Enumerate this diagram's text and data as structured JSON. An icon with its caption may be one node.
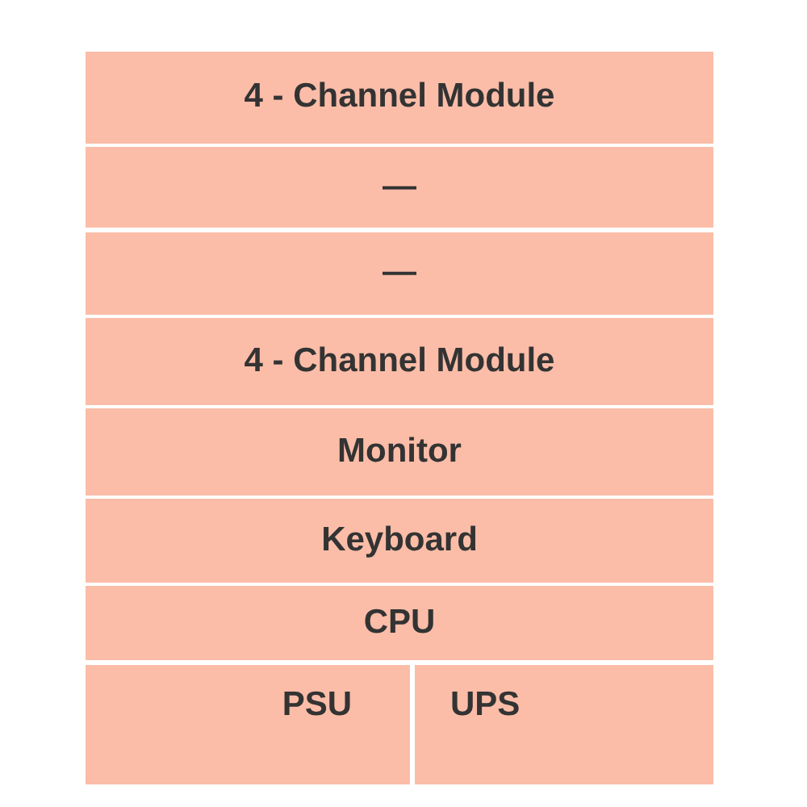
{
  "diagram": {
    "nodes": [
      {
        "text": [
          "4 - Channel Module"
        ]
      },
      {
        "text": [
          "—"
        ]
      },
      {
        "text": [
          "—"
        ]
      },
      {
        "text": [
          "4 - Channel Module"
        ]
      },
      {
        "text": [
          "Monitor"
        ]
      },
      {
        "text": [
          "Keyboard"
        ]
      },
      {
        "text": [
          "CPU"
        ]
      },
      {
        "text": [
          "PSU"
        ]
      },
      {
        "text": [
          "UPS"
        ]
      }
    ]
  }
}
